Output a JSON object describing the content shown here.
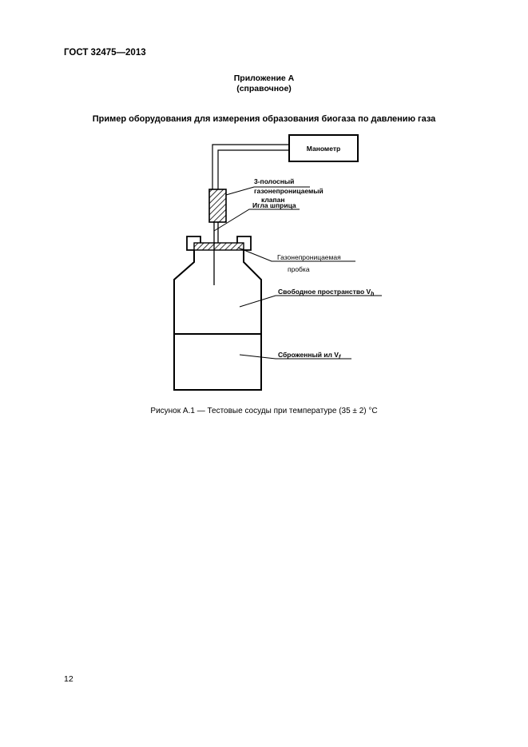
{
  "document": {
    "code": "ГОСТ 32475—2013",
    "appendix_title": "Приложение А",
    "appendix_type": "(справочное)",
    "heading": "Пример оборудования для измерения образования биогаза по давлению газа",
    "figure_caption": "Рисунок А.1 — Тестовые сосуды при температуре (35 ± 2) °С",
    "page_number": "12"
  },
  "diagram": {
    "manometer": "Манометр",
    "valve_line1": "3-полосный",
    "valve_line2": "газонепроницаемый",
    "valve_line3": "клапан",
    "needle": "Игла шприца",
    "stopper_line1": "Газонепроницаемая",
    "stopper_line2": "пробка",
    "headspace": "Свободное пространство V",
    "headspace_sub": "h",
    "sludge": "Сброженный ил V",
    "sludge_sub": "f"
  }
}
